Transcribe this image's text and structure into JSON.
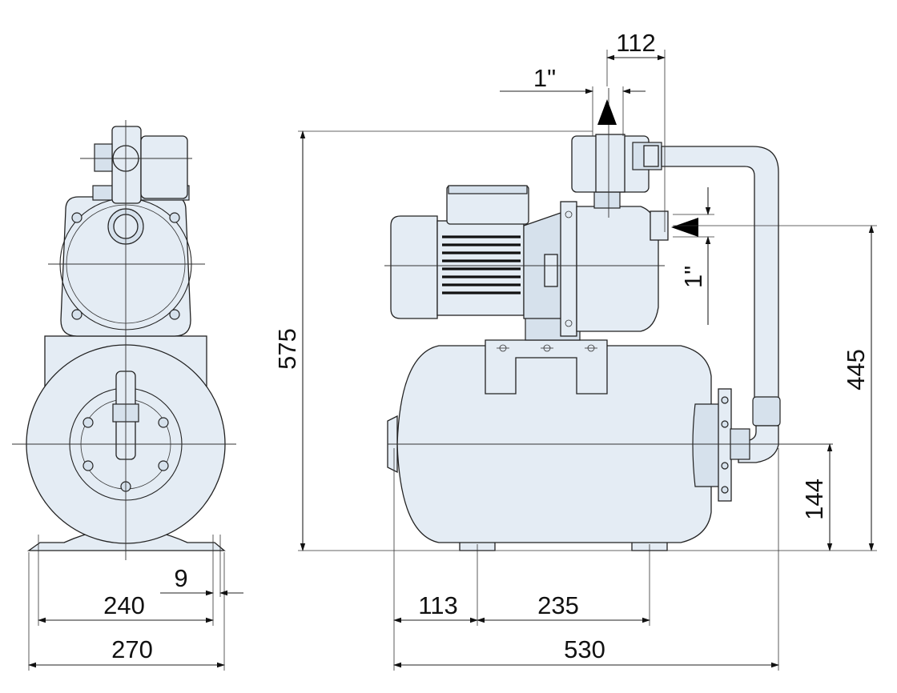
{
  "colors": {
    "part_fill": "#e4ecf4",
    "line": "#222222",
    "background": "#ffffff"
  },
  "dimensions": {
    "front": {
      "total_width": "270",
      "foot_span": "240",
      "foot_slot": "9"
    },
    "side": {
      "height_total": "575",
      "outlet_height": "445",
      "tank_axis_height": "144",
      "length_total": "530",
      "foot_offset": "113",
      "foot_spacing": "235",
      "outlet_offset": "112",
      "outlet_size": "1\"",
      "inlet_size": "1\""
    }
  }
}
